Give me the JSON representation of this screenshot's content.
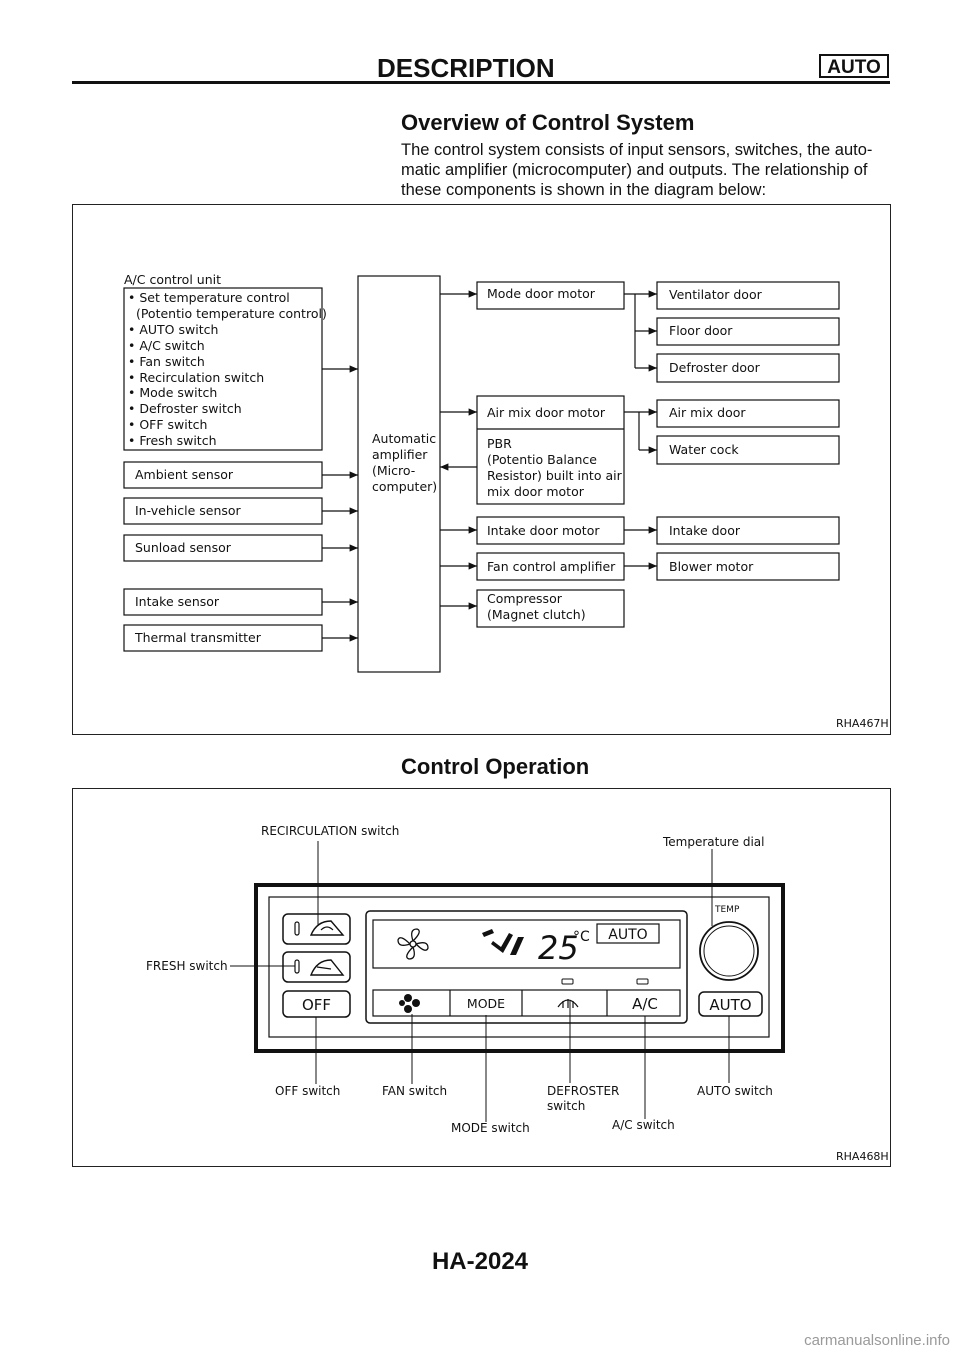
{
  "header": {
    "title": "DESCRIPTION",
    "badge": "AUTO"
  },
  "section1": {
    "title": "Overview of Control System",
    "paragraph": "The control system consists of input sensors, switches, the automatic amplifier (microcomputer) and outputs. The relationship of these components is shown in the diagram below:",
    "paragraph_lines": [
      "The control system consists of input sensors, switches, the auto-",
      "matic amplifier (microcomputer) and outputs. The relationship of",
      "these components is shown in the diagram below:"
    ],
    "diagram": {
      "control_unit_label": "A/C control unit",
      "control_unit_items": [
        "• Set temperature control",
        "  (Potentio temperature control)",
        "• AUTO switch",
        "• A/C switch",
        "• Fan switch",
        "• Recirculation switch",
        "• Mode switch",
        "• Defroster switch",
        "• OFF switch",
        "• Fresh switch"
      ],
      "sensors": [
        "Ambient sensor",
        "In-vehicle sensor",
        "Sunload sensor",
        "Intake sensor",
        "Thermal transmitter"
      ],
      "amplifier_lines": [
        "Automatic",
        "amplifier",
        "(Micro-",
        "computer)"
      ],
      "motors": {
        "mode_door_motor": "Mode door motor",
        "air_mix_door_motor": "Air mix door motor",
        "pbr_lines": [
          "PBR",
          "(Potentio Balance",
          "Resistor) built into air",
          "mix door motor"
        ],
        "intake_door_motor": "Intake door motor",
        "fan_control_amplifier": "Fan control amplifier",
        "compressor_lines": [
          "Compressor",
          "(Magnet clutch)"
        ]
      },
      "outputs": {
        "ventilator_door": "Ventilator door",
        "floor_door": "Floor door",
        "defroster_door": "Defroster door",
        "air_mix_door": "Air mix door",
        "water_cock": "Water cock",
        "intake_door": "Intake door",
        "blower_motor": "Blower motor"
      },
      "figure_ref": "RHA467H"
    }
  },
  "section2": {
    "title": "Control Operation",
    "panel": {
      "off_button": "OFF",
      "mode_button": "MODE",
      "ac_button": "A/C",
      "auto_button": "AUTO",
      "display_temp": "25",
      "display_unit": "°C",
      "display_auto": "AUTO",
      "temp_label": "TEMP"
    },
    "callouts": {
      "recirculation": "RECIRCULATION switch",
      "temperature_dial": "Temperature dial",
      "fresh": "FRESH switch",
      "off": "OFF switch",
      "fan": "FAN switch",
      "defroster_lines": [
        "DEFROSTER",
        "switch"
      ],
      "auto": "AUTO switch",
      "mode": "MODE switch",
      "ac": "A/C switch"
    },
    "figure_ref": "RHA468H"
  },
  "footer": {
    "page_number": "HA-2024",
    "watermark": "carmanualsonline.info"
  }
}
